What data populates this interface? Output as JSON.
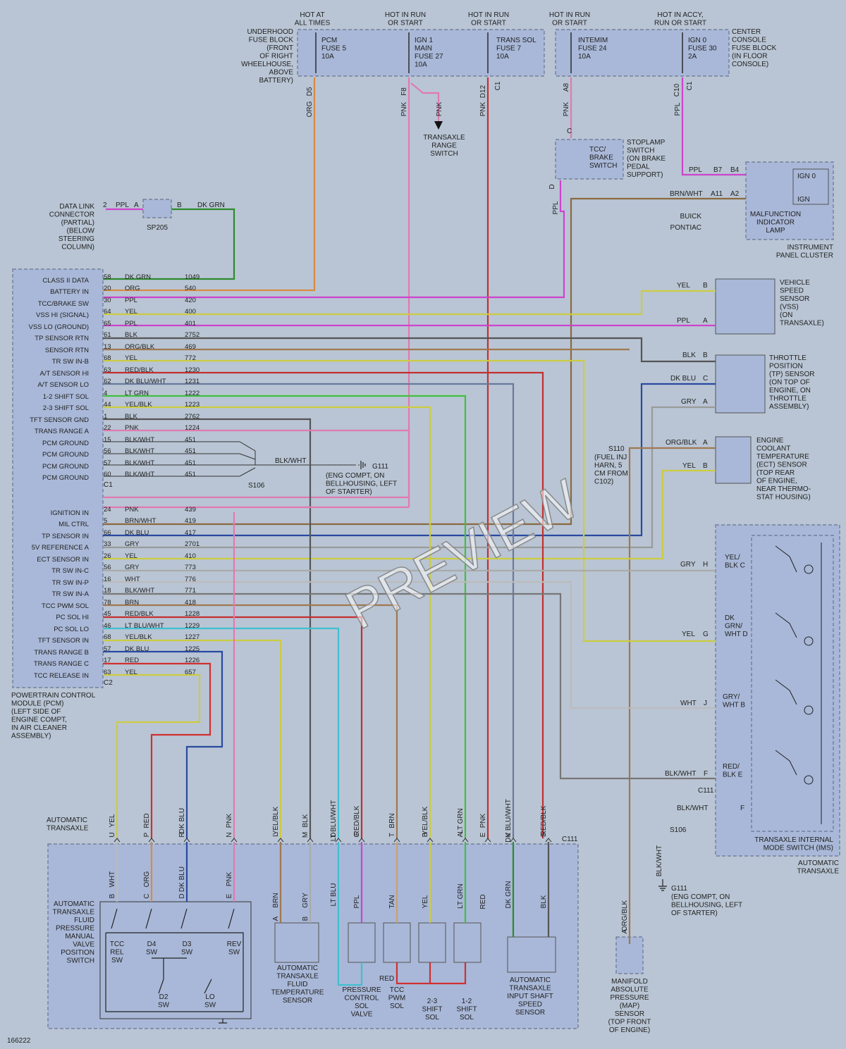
{
  "diagram_id": "166222",
  "watermark": "PREVIEW",
  "fuses": {
    "hot_at_all_times": "HOT AT|ALL TIMES",
    "hot_run_start_1": "HOT IN RUN|OR START",
    "hot_run_start_2": "HOT IN RUN|OR START",
    "hot_run_start_3": "HOT IN RUN|OR START",
    "hot_accy": "HOT IN ACCY,|RUN OR START",
    "underhood_block": "UNDERHOOD|FUSE BLOCK|(FRONT|OF RIGHT|WHEELHOUSE,|ABOVE|BATTERY)",
    "console_block": "CENTER|CONSOLE|FUSE BLOCK|(IN FLOOR|CONSOLE)",
    "pcm_fuse": "PCM|FUSE 5|10A",
    "ign1_fuse": "IGN 1|MAIN|FUSE 27|10A",
    "trans_sol_fuse": "TRANS SOL|FUSE 7|10A",
    "intemim_fuse": "INTEMIM|FUSE 24|10A",
    "ign0_fuse": "IGN 0|FUSE 30|2A",
    "pin_d5": "D5",
    "pin_f8": "F8",
    "pin_d12": "D12",
    "pin_c1a": "C1",
    "pin_a8": "A8",
    "pin_c10": "C10",
    "pin_c1b": "C1"
  },
  "top_wires": {
    "org": "ORG",
    "pnk1": "PNK",
    "pnk2": "PNK",
    "pnk3": "PNK",
    "pnk4": "PNK",
    "ppl": "PPL"
  },
  "transaxle_range_switch": "TRANSAXLE|RANGE|SWITCH",
  "stoplamp": {
    "label": "STOPLAMP|SWITCH|(ON BRAKE|PEDAL|SUPPORT)",
    "inner": "TCC/|BRAKE|SWITCH",
    "pin_c": "C",
    "pin_d": "D",
    "wire": "PPL"
  },
  "dlc": {
    "label": "DATA LINK|CONNECTOR|(PARTIAL)|(BELOW|STEERING|COLUMN)",
    "pin": "2",
    "wire": "PPL",
    "a": "A",
    "b": "B",
    "wire_b": "DK GRN",
    "splice": "SP205"
  },
  "cluster": {
    "label": "INSTRUMENT|PANEL CLUSTER",
    "ign0": "IGN 0",
    "ign": "IGN",
    "mil": "MALFUNCTION|INDICATOR|LAMP",
    "ppl": "PPL",
    "b7": "B7",
    "b4": "B4",
    "brnwht": "BRN/WHT",
    "a11": "A11",
    "a2": "A2",
    "buick": "BUICK",
    "pontiac": "PONTIAC"
  },
  "pcm": {
    "label": "POWERTRAIN CONTROL|MODULE (PCM)|(LEFT SIDE OF|ENGINE COMPT,|IN AIR CLEANER|ASSEMBLY)",
    "c1": "C1",
    "c2": "C2",
    "rows": [
      {
        "name": "CLASS II DATA",
        "pin": "58",
        "color": "DK GRN",
        "circuit": "1049"
      },
      {
        "name": "BATTERY IN",
        "pin": "20",
        "color": "ORG",
        "circuit": "540"
      },
      {
        "name": "TCC/BRAKE SW",
        "pin": "30",
        "color": "PPL",
        "circuit": "420"
      },
      {
        "name": "VSS HI (SIGNAL)",
        "pin": "64",
        "color": "YEL",
        "circuit": "400"
      },
      {
        "name": "VSS LO (GROUND)",
        "pin": "65",
        "color": "PPL",
        "circuit": "401"
      },
      {
        "name": "TP SENSOR RTN",
        "pin": "61",
        "color": "BLK",
        "circuit": "2752"
      },
      {
        "name": "SENSOR RTN",
        "pin": "13",
        "color": "ORG/BLK",
        "circuit": "469"
      },
      {
        "name": "TR SW IN-B",
        "pin": "68",
        "color": "YEL",
        "circuit": "772"
      },
      {
        "name": "A/T SENSOR HI",
        "pin": "63",
        "color": "RED/BLK",
        "circuit": "1230"
      },
      {
        "name": "A/T SENSOR LO",
        "pin": "62",
        "color": "DK BLU/WHT",
        "circuit": "1231"
      },
      {
        "name": "1-2 SHIFT SOL",
        "pin": "4",
        "color": "LT GRN",
        "circuit": "1222"
      },
      {
        "name": "2-3 SHIFT SOL",
        "pin": "44",
        "color": "YEL/BLK",
        "circuit": "1223"
      },
      {
        "name": "TFT SENSOR GND",
        "pin": "1",
        "color": "BLK",
        "circuit": "2762"
      },
      {
        "name": "TRANS RANGE A",
        "pin": "22",
        "color": "PNK",
        "circuit": "1224"
      },
      {
        "name": "PCM GROUND",
        "pin": "15",
        "color": "BLK/WHT",
        "circuit": "451"
      },
      {
        "name": "PCM GROUND",
        "pin": "56",
        "color": "BLK/WHT",
        "circuit": "451"
      },
      {
        "name": "PCM GROUND",
        "pin": "57",
        "color": "BLK/WHT",
        "circuit": "451"
      },
      {
        "name": "PCM GROUND",
        "pin": "60",
        "color": "BLK/WHT",
        "circuit": "451"
      },
      {
        "name": "IGNITION IN",
        "pin": "24",
        "color": "PNK",
        "circuit": "439"
      },
      {
        "name": "MIL CTRL",
        "pin": "5",
        "color": "BRN/WHT",
        "circuit": "419"
      },
      {
        "name": "TP SENSOR IN",
        "pin": "66",
        "color": "DK BLU",
        "circuit": "417"
      },
      {
        "name": "5V REFERENCE A",
        "pin": "33",
        "color": "GRY",
        "circuit": "2701"
      },
      {
        "name": "ECT SENSOR IN",
        "pin": "26",
        "color": "YEL",
        "circuit": "410"
      },
      {
        "name": "TR SW IN-C",
        "pin": "56",
        "color": "GRY",
        "circuit": "773"
      },
      {
        "name": "TR SW IN-P",
        "pin": "16",
        "color": "WHT",
        "circuit": "776"
      },
      {
        "name": "TR SW IN-A",
        "pin": "18",
        "color": "BLK/WHT",
        "circuit": "771"
      },
      {
        "name": "TCC PWM SOL",
        "pin": "78",
        "color": "BRN",
        "circuit": "418"
      },
      {
        "name": "PC SOL HI",
        "pin": "45",
        "color": "RED/BLK",
        "circuit": "1228"
      },
      {
        "name": "PC SOL LO",
        "pin": "46",
        "color": "LT BLU/WHT",
        "circuit": "1229"
      },
      {
        "name": "TFT SENSOR IN",
        "pin": "68",
        "color": "YEL/BLK",
        "circuit": "1227"
      },
      {
        "name": "TRANS RANGE B",
        "pin": "57",
        "color": "DK BLU",
        "circuit": "1225"
      },
      {
        "name": "TRANS RANGE C",
        "pin": "17",
        "color": "RED",
        "circuit": "1226"
      },
      {
        "name": "TCC RELEASE IN",
        "pin": "63",
        "color": "YEL",
        "circuit": "657"
      }
    ]
  },
  "ground": {
    "s106": "S106",
    "blkwht": "BLK/WHT",
    "g111": "G111",
    "g111_desc": "(ENG COMPT, ON|BELLHOUSING, LEFT|OF STARTER)"
  },
  "vss": {
    "label": "VEHICLE|SPEED|SENSOR|(VSS)|(ON|TRANSAXLE)",
    "yel": "YEL",
    "b": "B",
    "ppl": "PPL",
    "a": "A"
  },
  "tp": {
    "label": "THROTTLE|POSITION|(TP) SENSOR|(ON TOP OF|ENGINE, ON|THROTTLE|ASSEMBLY)",
    "blk": "BLK",
    "b": "B",
    "dkblu": "DK BLU",
    "c": "C",
    "gry": "GRY",
    "a": "A"
  },
  "ect": {
    "label": "ENGINE|COOLANT|TEMPERATURE|(ECT) SENSOR|(TOP REAR|OF ENGINE,|NEAR THERMO-|STAT HOUSING)",
    "orgblk": "ORG/BLK",
    "a": "A",
    "yel": "YEL",
    "b": "B"
  },
  "s110": {
    "id": "S110",
    "label": "(FUEL INJ|HARN, 5|CM FROM|C102)"
  },
  "ims": {
    "label": "TRANSAXLE INTERNAL|MODE SWITCH (IMS)",
    "auto": "AUTOMATIC|TRANSAXLE",
    "gry": "GRY",
    "h": "H",
    "yel_blk_c": "YEL/|BLK C",
    "yel": "YEL",
    "g": "G",
    "dkgrn": "DK|GRN/|WHT D",
    "wht": "WHT",
    "j": "J",
    "grywht": "GRY/|WHT B",
    "blkwht": "BLK/WHT",
    "f": "F",
    "redblk": "RED/|BLK E",
    "c111": "C111",
    "blkwht2": "BLK/WHT",
    "f2": "F",
    "s106": "S106",
    "blkwht3": "BLK/WHT",
    "g111": "G111",
    "g111_desc": "(ENG COMPT, ON|BELLHOUSING, LEFT|OF STARTER)"
  },
  "transaxle": {
    "label": "AUTOMATIC|TRANSAXLE",
    "c111": "C111",
    "pins": [
      {
        "wire": "YEL",
        "pin": "U"
      },
      {
        "wire": "RED",
        "pin": "P"
      },
      {
        "wire": "DK BLU",
        "pin": "R"
      },
      {
        "wire": "PNK",
        "pin": "N"
      },
      {
        "wire": "YEL/BLK",
        "pin": "L"
      },
      {
        "wire": "BLK",
        "pin": "M"
      },
      {
        "wire": "LT BLU/WHT",
        "pin": "D"
      },
      {
        "wire": "RED/BLK",
        "pin": "C"
      },
      {
        "wire": "BRN",
        "pin": "T"
      },
      {
        "wire": "YEL/BLK",
        "pin": "B"
      },
      {
        "wire": "LT GRN",
        "pin": "A"
      },
      {
        "wire": "PNK",
        "pin": "E"
      },
      {
        "wire": "DK BLU/WHT",
        "pin": "V"
      },
      {
        "wire": "RED/BLK",
        "pin": "S"
      }
    ],
    "manual_valve": "AUTOMATIC|TRANSAXLE|FLUID|PRESSURE|MANUAL|VALVE|POSITION|SWITCH",
    "mv_pins": [
      {
        "wire": "WHT",
        "pin": "B"
      },
      {
        "wire": "ORG",
        "pin": "C"
      },
      {
        "wire": "DK BLU",
        "pin": "D"
      },
      {
        "wire": "PNK",
        "pin": "E"
      }
    ],
    "sw": {
      "tcc": "TCC|REL|SW",
      "d4": "D4|SW",
      "d3": "D3|SW",
      "rev": "REV|SW",
      "d2": "D2|SW",
      "lo": "LO|SW"
    },
    "tft": "AUTOMATIC|TRANSAXLE|FLUID|TEMPERATURE|SENSOR",
    "tft_pins": [
      {
        "wire": "BRN",
        "pin": "A"
      },
      {
        "wire": "GRY",
        "pin": "B"
      }
    ],
    "pcs": "PRESSURE|CONTROL|SOL|VALVE",
    "tcc_pwm": "TCC|PWM|SOL",
    "sol23": "2-3|SHIFT|SOL",
    "sol12": "1-2|SHIFT|SOL",
    "iss": "AUTOMATIC|TRANSAXLE|INPUT SHAFT|SPEED|SENSOR",
    "sol_wires": {
      "ltblu": "LT BLU",
      "ppl": "PPL",
      "tan": "TAN",
      "yel": "YEL",
      "ltgrn": "LT GRN",
      "red": "RED",
      "dkgrn": "DK GRN",
      "blk": "BLK"
    },
    "red": "RED"
  },
  "map": {
    "label": "MANIFOLD|ABSOLUTE|PRESSURE|(MAP)|SENSOR|(TOP FRONT|OF ENGINE)",
    "wire": "ORG/BLK",
    "pin": "A"
  }
}
